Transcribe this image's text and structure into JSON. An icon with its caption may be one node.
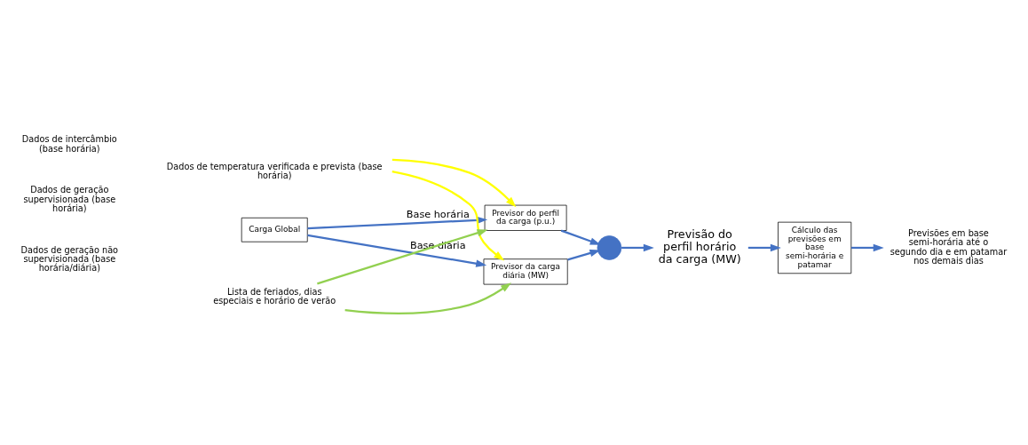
{
  "diagram": {
    "nodes": [
      {
        "text": [
          "Dados de geração supervisionada (base horária)"
        ]
      },
      {
        "text": [
          "Dados de intercâmbio (base horária)"
        ]
      },
      {
        "text": [
          "Dados de geração não supervisionada (base horária/diária)"
        ]
      },
      {
        "text": [
          "Carga Global"
        ]
      },
      {
        "text": [
          "Previsor da carga diária (MW)"
        ]
      },
      {
        "text": [
          "Previsor do perfil da carga (p.u.)"
        ]
      },
      {
        "text": [
          "Dados de temperatura verificada e prevista (base horária)"
        ]
      },
      {
        "text": [
          "Lista de feriados, dias especiais e horário de verão"
        ]
      },
      {
        "text": [],
        "shape": "cross"
      },
      {
        "text": [
          "Previsão do perfil horário da carga (MW)"
        ]
      },
      {
        "text": [
          "Cálculo das previsões em base semi-horária e patamar"
        ]
      },
      {
        "text": [
          "Previsões em base semi-horária até o segundo dia e em patamar nos demais dias"
        ]
      }
    ],
    "edges": [
      {
        "from": 3,
        "to": 4,
        "arrow": "to",
        "label": "Base diária"
      },
      {
        "from": 3,
        "to": 5,
        "arrow": "to",
        "label": "Base horária"
      },
      {
        "from": 6,
        "to": 4,
        "arrow": "to",
        "color": "#ffff00"
      },
      {
        "from": 6,
        "to": 5,
        "arrow": "to",
        "color": "#ffff00"
      },
      {
        "from": 7,
        "to": 5,
        "arrow": "to",
        "color": "#92d050"
      },
      {
        "from": 7,
        "to": 4,
        "arrow": "to",
        "color": "#92d050"
      },
      {
        "from": 4,
        "to": 8,
        "arrow": "to"
      },
      {
        "from": 5,
        "to": 8,
        "arrow": "to"
      },
      {
        "from": 8,
        "to": 9,
        "arrow": "to"
      },
      {
        "from": 9,
        "to": 10,
        "arrow": "to"
      },
      {
        "from": 10,
        "to": 11,
        "arrow": "to"
      }
    ]
  }
}
